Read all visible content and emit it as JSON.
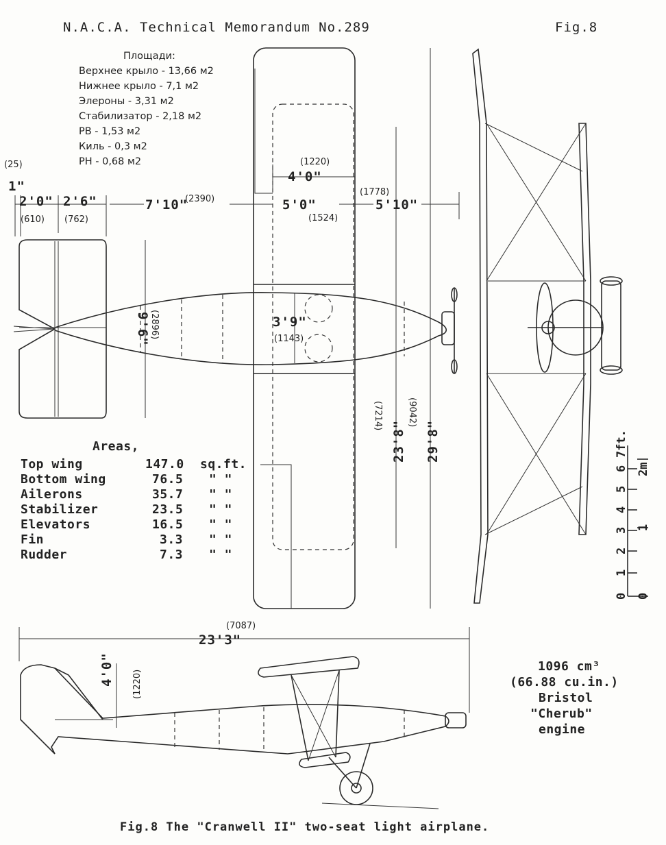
{
  "header": {
    "memo": "N.A.C.A. Technical Memorandum No.289",
    "fig": "Fig.8"
  },
  "ru_areas": {
    "title": "Площади:",
    "items": [
      "Верхнее крыло - 13,66 м2",
      "Нижнее крыло - 7,1 м2",
      "Элероны - 3,31 м2",
      "Стабилизатор - 2,18 м2",
      "РВ -  1,53 м2",
      "Киль - 0,3 м2",
      "РН -  0,68 м2"
    ]
  },
  "dimensions": {
    "d1in": "1\"",
    "d25": "(25)",
    "d2_0": "2'0\"",
    "d610": "(610)",
    "d2_6": "2'6\"",
    "d762": "(762)",
    "d7_10": "7'10\"",
    "d2390": "(2390)",
    "d4_0top": "4'0\"",
    "d1220top": "(1220)",
    "d5_0": "5'0\"",
    "d1524": "(1524)",
    "d5_10": "5'10\"",
    "d1778": "(1778)",
    "d9_6": "9'6\"",
    "d2896": "(2896)",
    "d3_9": "3'9\"",
    "d1143": "(1143)",
    "d23_8": "23'8\"",
    "d7214": "(7214)",
    "d29_8": "29'8\"",
    "d9042": "(9042)",
    "d23_3": "23'3\"",
    "d7087": "(7087)",
    "d4_0side": "4'0\"",
    "d1220side": "(1220)"
  },
  "areas_en": {
    "title": "Areas,",
    "rows": [
      {
        "name": "Top wing",
        "value": "147.0",
        "unit": "sq.ft."
      },
      {
        "name": "Bottom wing",
        "value": "76.5",
        "unit": "\"  \""
      },
      {
        "name": "Ailerons",
        "value": "35.7",
        "unit": "\"  \""
      },
      {
        "name": "Stabilizer",
        "value": "23.5",
        "unit": "\"  \""
      },
      {
        "name": "Elevators",
        "value": "16.5",
        "unit": "\"  \""
      },
      {
        "name": "Fin",
        "value": "3.3",
        "unit": "\"  \""
      },
      {
        "name": "Rudder",
        "value": "7.3",
        "unit": "\"  \""
      }
    ]
  },
  "scale": {
    "ft_label": "7ft.",
    "ft_ticks": [
      "0",
      "1",
      "2",
      "3",
      "4",
      "5",
      "6"
    ],
    "m_label": "2m",
    "m_ticks": [
      "0",
      "1"
    ]
  },
  "engine": {
    "line1": "1096 cm³",
    "line2": "(66.88 cu.in.)",
    "line3": "Bristol",
    "line4": "\"Cherub\"",
    "line5": "engine"
  },
  "caption": "Fig.8  The \"Cranwell II\" two-seat light airplane."
}
